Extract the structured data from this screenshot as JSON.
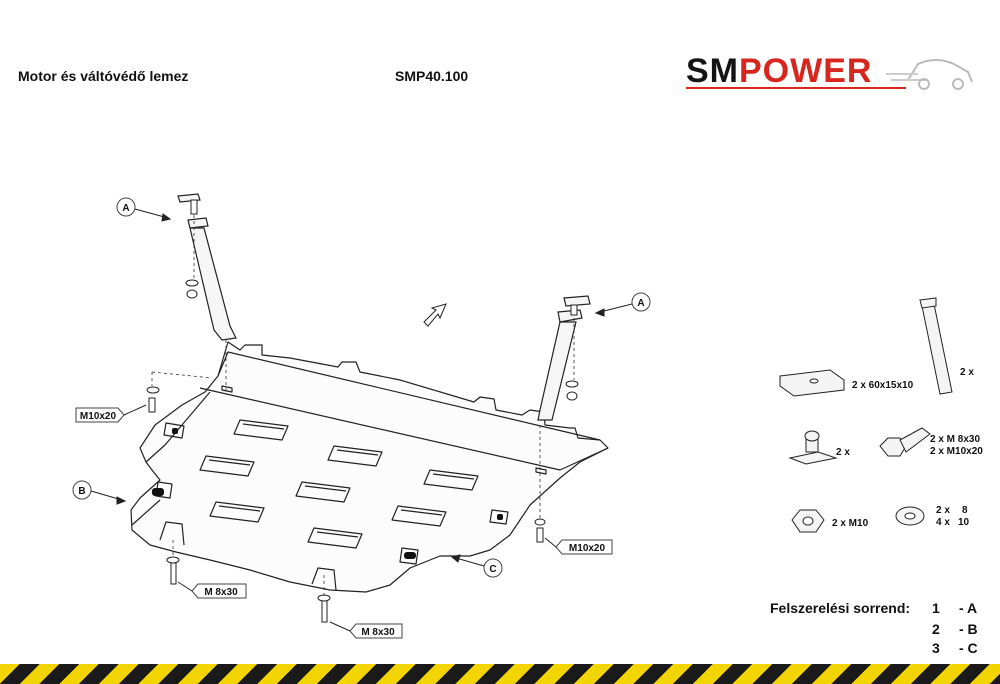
{
  "header": {
    "title": "Motor és váltóvédő lemez",
    "code": "SMP40.100"
  },
  "logo": {
    "part1": "SM",
    "part2": "POWER",
    "accent": "#d7261e"
  },
  "callouts": {
    "a1": "A",
    "a2": "A",
    "b": "B",
    "c": "C"
  },
  "bolts": {
    "m10_left": "M10x20",
    "m10_right": "M10x20",
    "m8_left": "M 8x30",
    "m8_bottom": "M 8x30"
  },
  "parts": {
    "plate": "2 x 60x15x10",
    "bracket": "2 x",
    "clip": "2 x",
    "bolt_line1": "2 x M  8x30",
    "bolt_line2": "2 x M10x20",
    "nut": "2  x  M10",
    "washer_qty1": "2   x",
    "washer_size1": "8",
    "washer_qty2": "4  x",
    "washer_size2": "10"
  },
  "sequence": {
    "title": "Felszerelési sorrend:",
    "rows": [
      {
        "num": "1",
        "letter": "- A"
      },
      {
        "num": "2",
        "letter": "- B"
      },
      {
        "num": "3",
        "letter": "- C"
      }
    ]
  },
  "colors": {
    "hazard_yellow": "#f2d400",
    "hazard_black": "#1a1a1a",
    "line": "#222222"
  }
}
